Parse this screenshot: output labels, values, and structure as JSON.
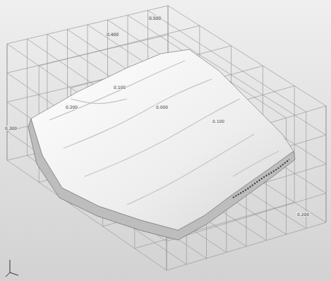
{
  "diagram": {
    "labels": [
      "0.500",
      "0.400",
      "0.300",
      "0.200",
      "0.100",
      "0.000",
      "0.100",
      "0.200"
    ]
  }
}
